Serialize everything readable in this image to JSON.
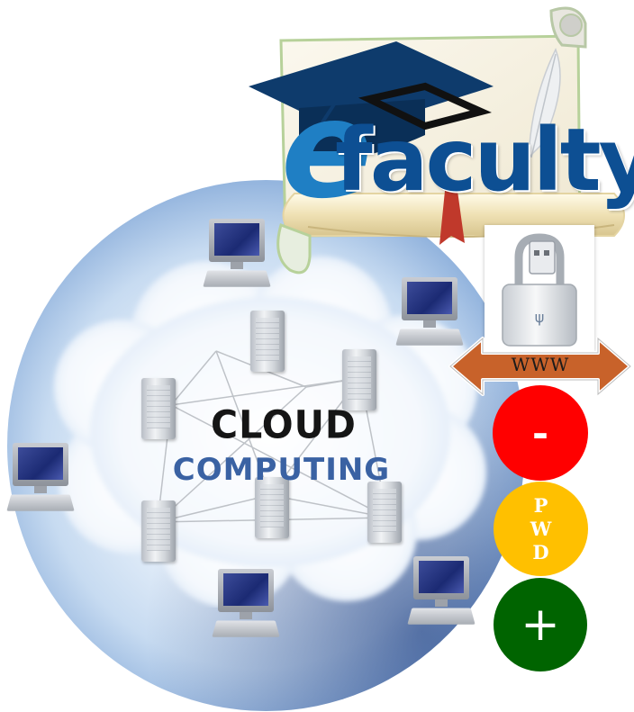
{
  "cloud": {
    "title": "CLOUD",
    "subtitle": "COMPUTING"
  },
  "logo": {
    "prefix": "e",
    "text": "faculty"
  },
  "arrow": {
    "label": "WWW",
    "color": "#c8622a"
  },
  "buttons": {
    "minus": {
      "label": "-",
      "color": "#ff0000"
    },
    "pwd": {
      "letters": [
        "P",
        "W",
        "D"
      ],
      "color": "#ffc000"
    },
    "plus": {
      "label": "+",
      "color": "#006400"
    }
  },
  "icons": [
    "graduation-cap-icon",
    "quill-feather-icon",
    "usb-padlock-icon",
    "server-icon",
    "computer-monitor-icon"
  ]
}
